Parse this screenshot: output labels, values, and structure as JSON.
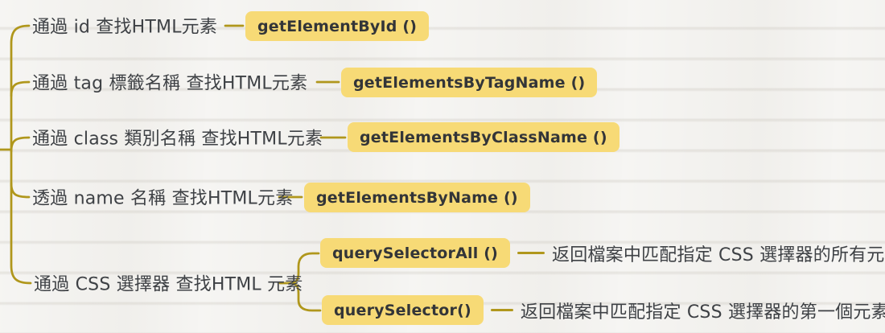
{
  "colors": {
    "background": "#f3f2ef",
    "paper_line": "#c4bfb6",
    "branch_line": "#b0971c",
    "node_background": "#f7da76",
    "node_text": "#333538",
    "label_text": "#3e4145"
  },
  "mindmap": {
    "branches": [
      {
        "label": "通過 id 查找HTML元素",
        "method": "getElementById ()"
      },
      {
        "label": "通過 tag 標籤名稱 查找HTML元素",
        "method": "getElementsByTagName ()"
      },
      {
        "label": "通過 class 類別名稱 查找HTML元素",
        "method": "getElementsByClassName ()"
      },
      {
        "label": "透過 name 名稱 查找HTML元素",
        "method": "getElementsByName ()"
      },
      {
        "label": "通過 CSS 選擇器 查找HTML 元素",
        "children": [
          {
            "method": "querySelectorAll ()",
            "description": "返回檔案中匹配指定 CSS 選擇器的所有元素"
          },
          {
            "method": "querySelector()",
            "description": "返回檔案中匹配指定 CSS 選擇器的第一個元素"
          }
        ]
      }
    ]
  }
}
